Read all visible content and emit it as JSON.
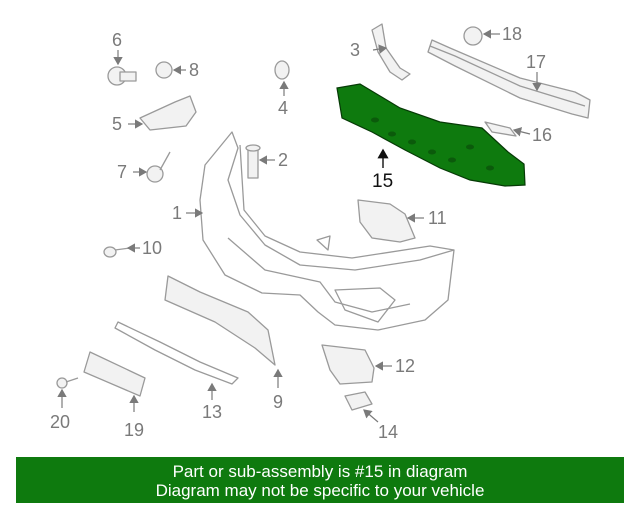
{
  "diagram": {
    "highlight_color": "#0e7a0e",
    "callouts": [
      {
        "id": "c1",
        "label": "1"
      },
      {
        "id": "c2",
        "label": "2"
      },
      {
        "id": "c3",
        "label": "3"
      },
      {
        "id": "c4",
        "label": "4"
      },
      {
        "id": "c5",
        "label": "5"
      },
      {
        "id": "c6",
        "label": "6"
      },
      {
        "id": "c7",
        "label": "7"
      },
      {
        "id": "c8",
        "label": "8"
      },
      {
        "id": "c9",
        "label": "9"
      },
      {
        "id": "c10",
        "label": "10"
      },
      {
        "id": "c11",
        "label": "11"
      },
      {
        "id": "c12",
        "label": "12"
      },
      {
        "id": "c13",
        "label": "13"
      },
      {
        "id": "c14",
        "label": "14"
      },
      {
        "id": "c15",
        "label": "15",
        "highlighted": true
      },
      {
        "id": "c16",
        "label": "16"
      },
      {
        "id": "c17",
        "label": "17"
      },
      {
        "id": "c18",
        "label": "18"
      },
      {
        "id": "c19",
        "label": "19"
      },
      {
        "id": "c20",
        "label": "20"
      }
    ]
  },
  "banner": {
    "line1": "Part or sub-assembly is #15 in diagram",
    "line2": "Diagram may not be specific to your vehicle",
    "background": "#0e7a0e"
  }
}
